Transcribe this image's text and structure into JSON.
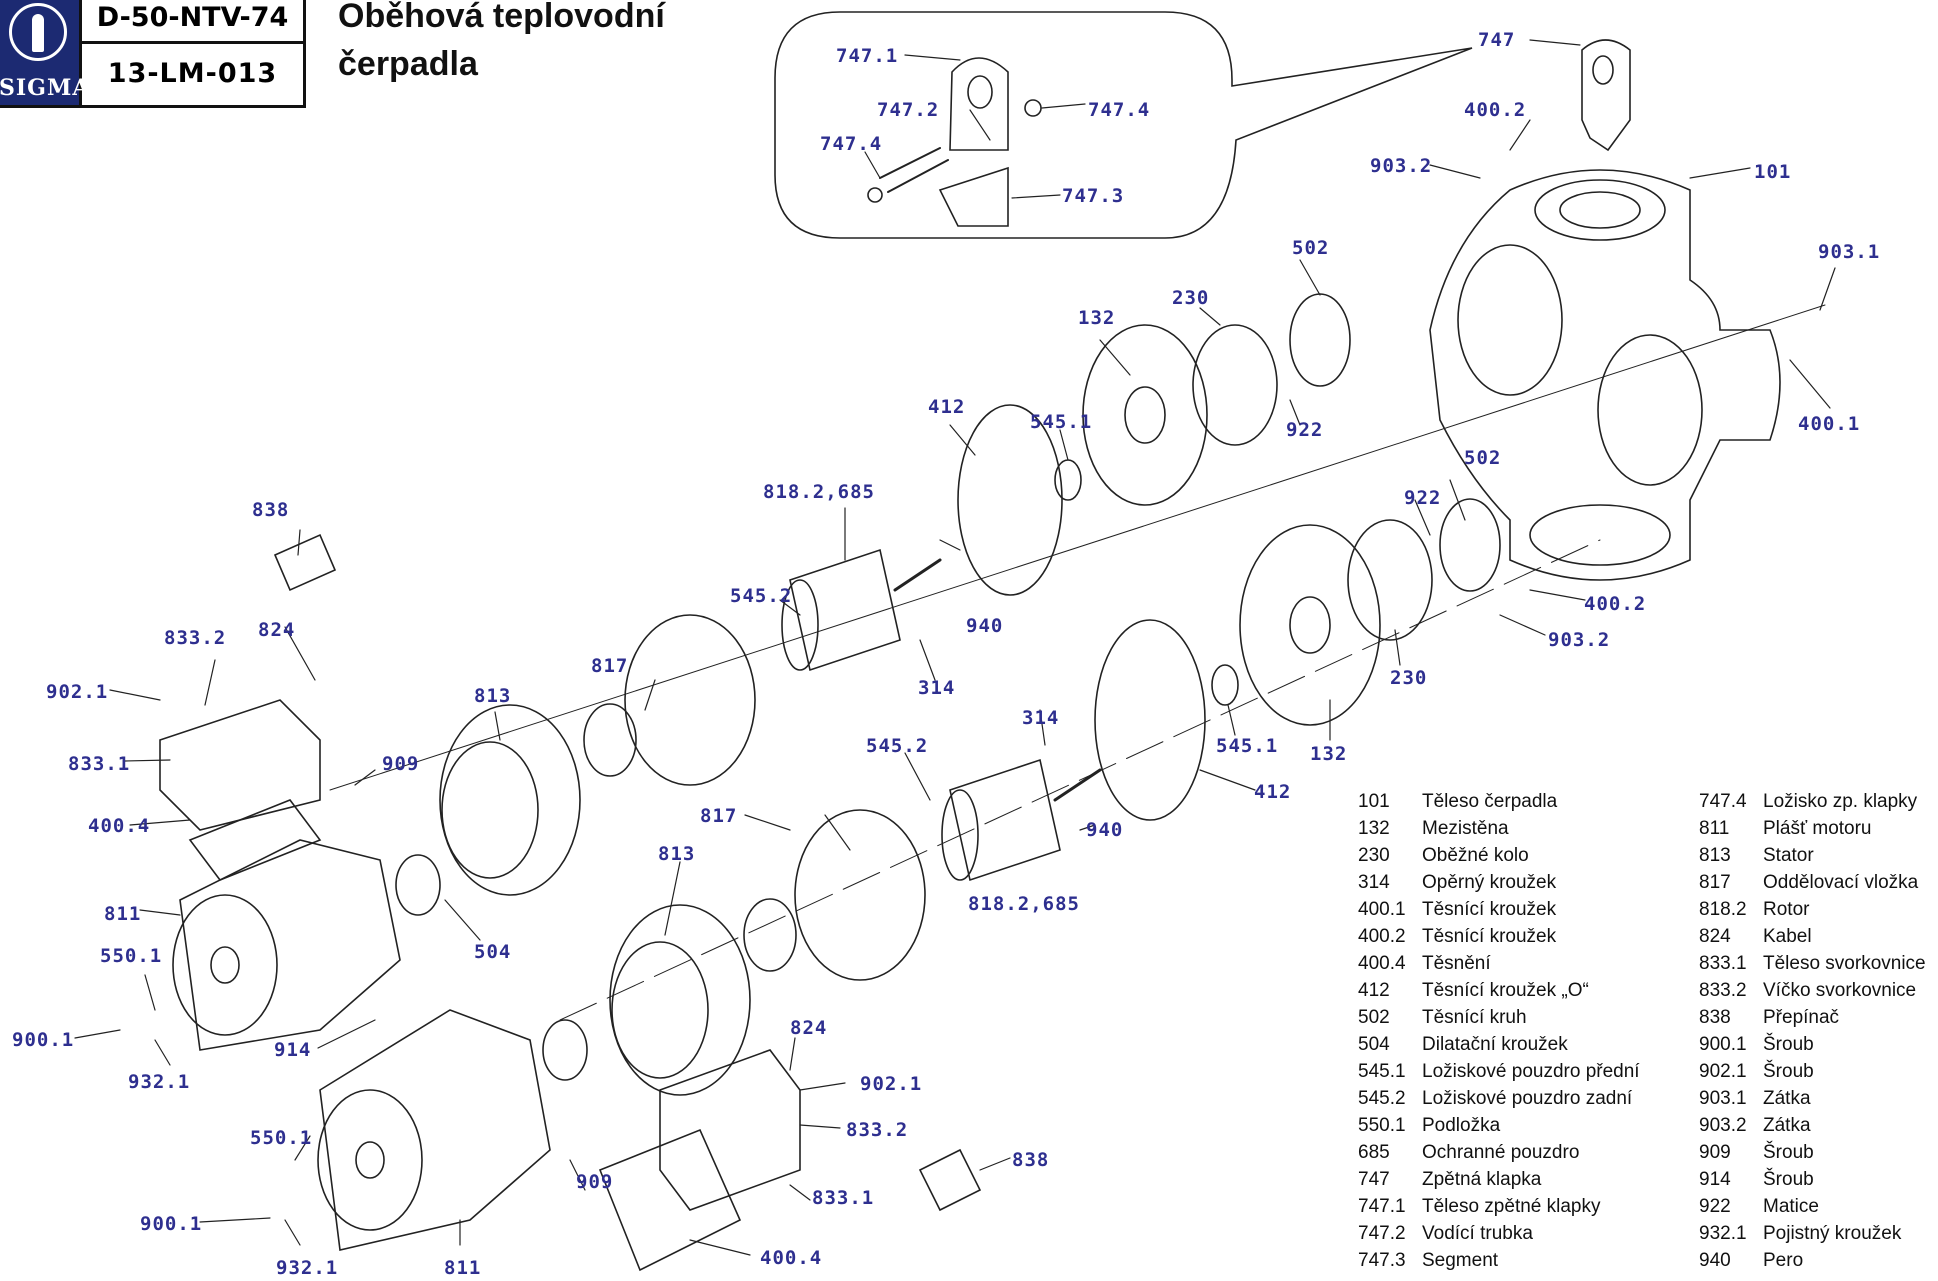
{
  "header": {
    "doc_code_1": "D-50-NTV-74",
    "doc_code_2": "13-LM-013",
    "title_line1": "Oběhová teplovodní",
    "title_line2": "čerpadla",
    "logo_text": "SIGMA"
  },
  "callouts": {
    "c747_1": "747.1",
    "c747_2": "747.2",
    "c747_4a": "747.4",
    "c747_4b": "747.4",
    "c747_3": "747.3",
    "c747": "747",
    "c400_2a": "400.2",
    "c903_2a": "903.2",
    "c101": "101",
    "c903_1": "903.1",
    "c400_1": "400.1",
    "c502a": "502",
    "c230a": "230",
    "c132a": "132",
    "c922a": "922",
    "c412a": "412",
    "c545_1a": "545.1",
    "c818a": "818.2,685",
    "c545_2a": "545.2",
    "c940a": "940",
    "c314a": "314",
    "c817a": "817",
    "c813a": "813",
    "c838a": "838",
    "c833_2a": "833.2",
    "c824a": "824",
    "c902_1a": "902.1",
    "c833_1a": "833.1",
    "c909a": "909",
    "c400_4a": "400.4",
    "c811a": "811",
    "c550_1a": "550.1",
    "c900_1a": "900.1",
    "c932_1a": "932.1",
    "c504": "504",
    "c914": "914",
    "c502b": "502",
    "c922b": "922",
    "c400_2b": "400.2",
    "c903_2b": "903.2",
    "c230b": "230",
    "c132b": "132",
    "c545_1b": "545.1",
    "c412b": "412",
    "c314b": "314",
    "c940b": "940",
    "c545_2b": "545.2",
    "c818b": "818.2,685",
    "c817b": "817",
    "c813b": "813",
    "c824b": "824",
    "c902_1b": "902.1",
    "c833_2b": "833.2",
    "c838b": "838",
    "c833_1b": "833.1",
    "c909b": "909",
    "c400_4b": "400.4",
    "c550_1b": "550.1",
    "c900_1b": "900.1",
    "c932_1b": "932.1",
    "c811b": "811"
  },
  "legend_left": [
    {
      "code": "101",
      "name": "Těleso čerpadla"
    },
    {
      "code": "132",
      "name": "Mezistěna"
    },
    {
      "code": "230",
      "name": "Oběžné kolo"
    },
    {
      "code": "314",
      "name": "Opěrný kroužek"
    },
    {
      "code": "400.1",
      "name": "Těsnící kroužek"
    },
    {
      "code": "400.2",
      "name": "Těsnící kroužek"
    },
    {
      "code": "400.4",
      "name": "Těsnění"
    },
    {
      "code": "412",
      "name": "Těsnící kroužek „O“"
    },
    {
      "code": "502",
      "name": "Těsnící kruh"
    },
    {
      "code": "504",
      "name": "Dilatační kroužek"
    },
    {
      "code": "545.1",
      "name": "Ložiskové pouzdro přední"
    },
    {
      "code": "545.2",
      "name": "Ložiskové pouzdro zadní"
    },
    {
      "code": "550.1",
      "name": "Podložka"
    },
    {
      "code": "685",
      "name": "Ochranné pouzdro"
    },
    {
      "code": "747",
      "name": "Zpětná klapka"
    },
    {
      "code": "747.1",
      "name": "Těleso zpětné klapky"
    },
    {
      "code": "747.2",
      "name": "Vodící trubka"
    },
    {
      "code": "747.3",
      "name": "Segment"
    }
  ],
  "legend_right": [
    {
      "code": "747.4",
      "name": "Ložisko zp. klapky"
    },
    {
      "code": "811",
      "name": "Plášť motoru"
    },
    {
      "code": "813",
      "name": "Stator"
    },
    {
      "code": "817",
      "name": "Oddělovací vložka"
    },
    {
      "code": "818.2",
      "name": "Rotor"
    },
    {
      "code": "824",
      "name": "Kabel"
    },
    {
      "code": "833.1",
      "name": "Těleso svorkovnice"
    },
    {
      "code": "833.2",
      "name": "Víčko svorkovnice"
    },
    {
      "code": "838",
      "name": "Přepínač"
    },
    {
      "code": "900.1",
      "name": "Šroub"
    },
    {
      "code": "902.1",
      "name": "Šroub"
    },
    {
      "code": "903.1",
      "name": "Zátka"
    },
    {
      "code": "903.2",
      "name": "Zátka"
    },
    {
      "code": "909",
      "name": "Šroub"
    },
    {
      "code": "914",
      "name": "Šroub"
    },
    {
      "code": "922",
      "name": "Matice"
    },
    {
      "code": "932.1",
      "name": "Pojistný kroužek"
    },
    {
      "code": "940",
      "name": "Pero"
    }
  ]
}
